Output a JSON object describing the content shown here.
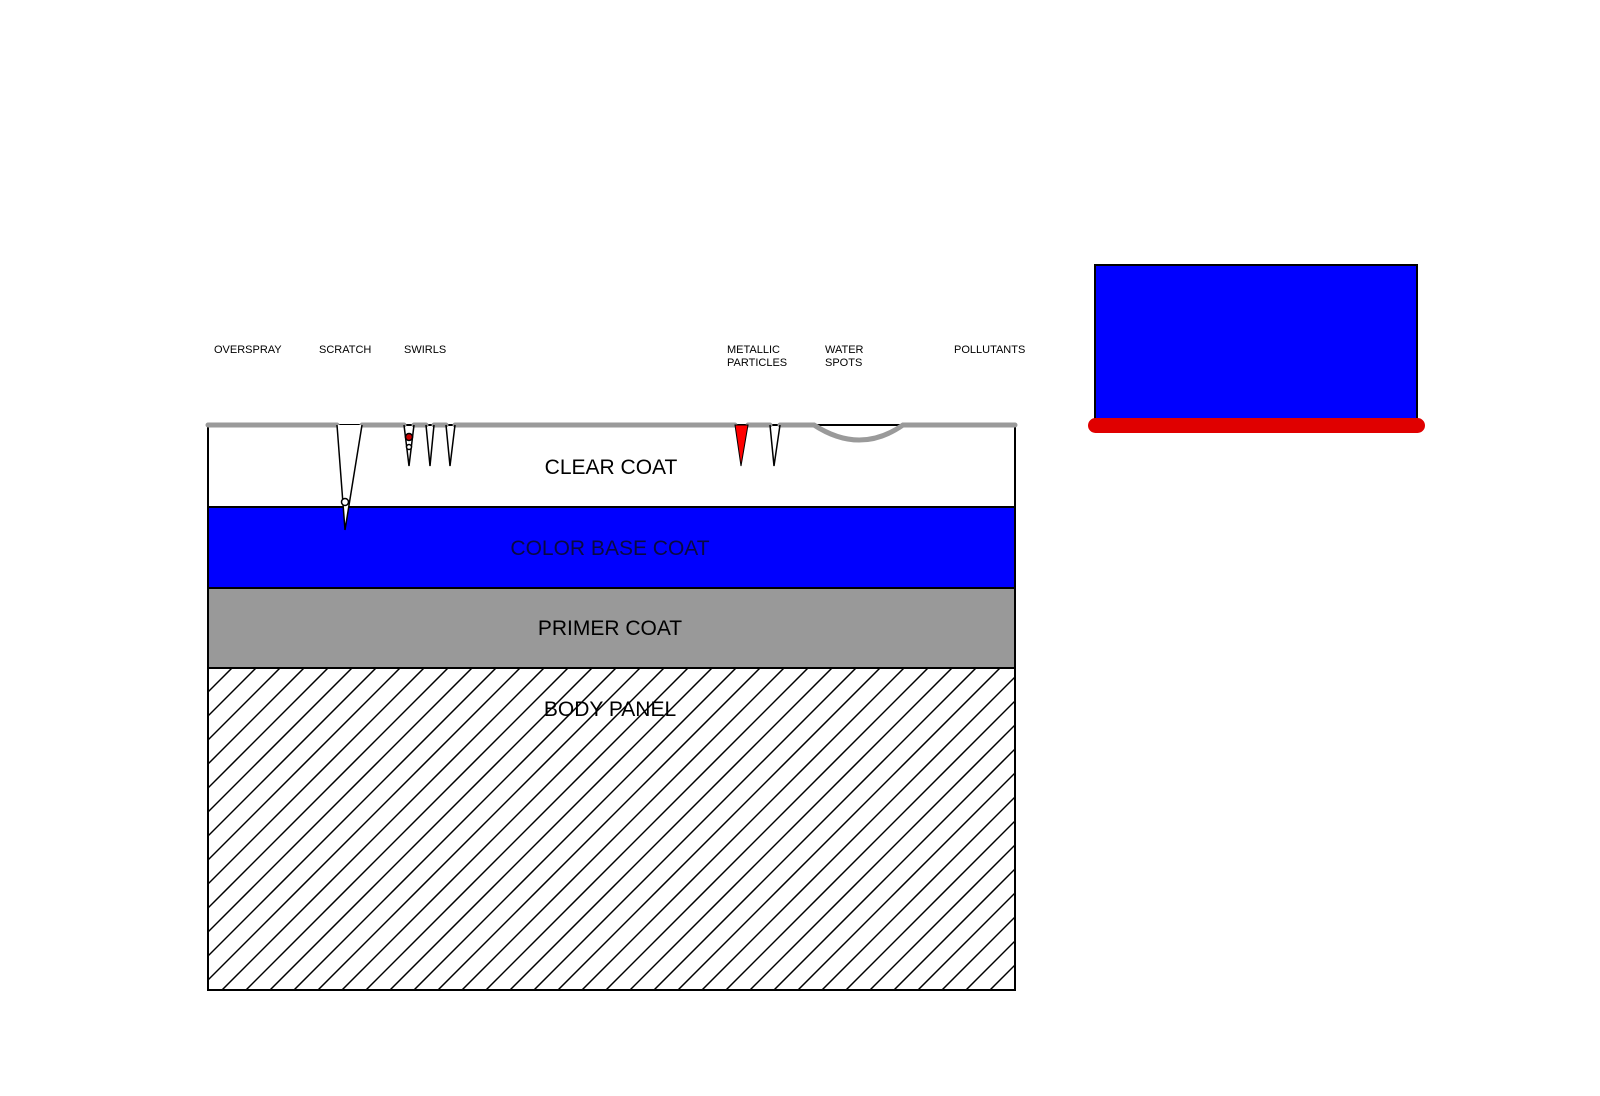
{
  "defect_labels": {
    "overspray": "OVERSPRAY",
    "scratch": "SCRATCH",
    "swirls": "SWIRLS",
    "metallic_line1": "METALLIC",
    "metallic_line2": "PARTICLES",
    "water_line1": "WATER",
    "water_line2": "SPOTS",
    "pollutants": "POLLUTANTS"
  },
  "layers": {
    "clear_coat": "CLEAR COAT",
    "color_base_coat": "COLOR BASE COAT",
    "primer_coat": "PRIMER COAT",
    "body_panel": "BODY PANEL"
  },
  "colors": {
    "base_coat": "#0000ff",
    "primer": "#999999",
    "surface_line": "#9a9a9a",
    "metallic_particle": "#ff0000",
    "swatch_fill": "#0000ff",
    "swatch_edge": "#e00000"
  }
}
